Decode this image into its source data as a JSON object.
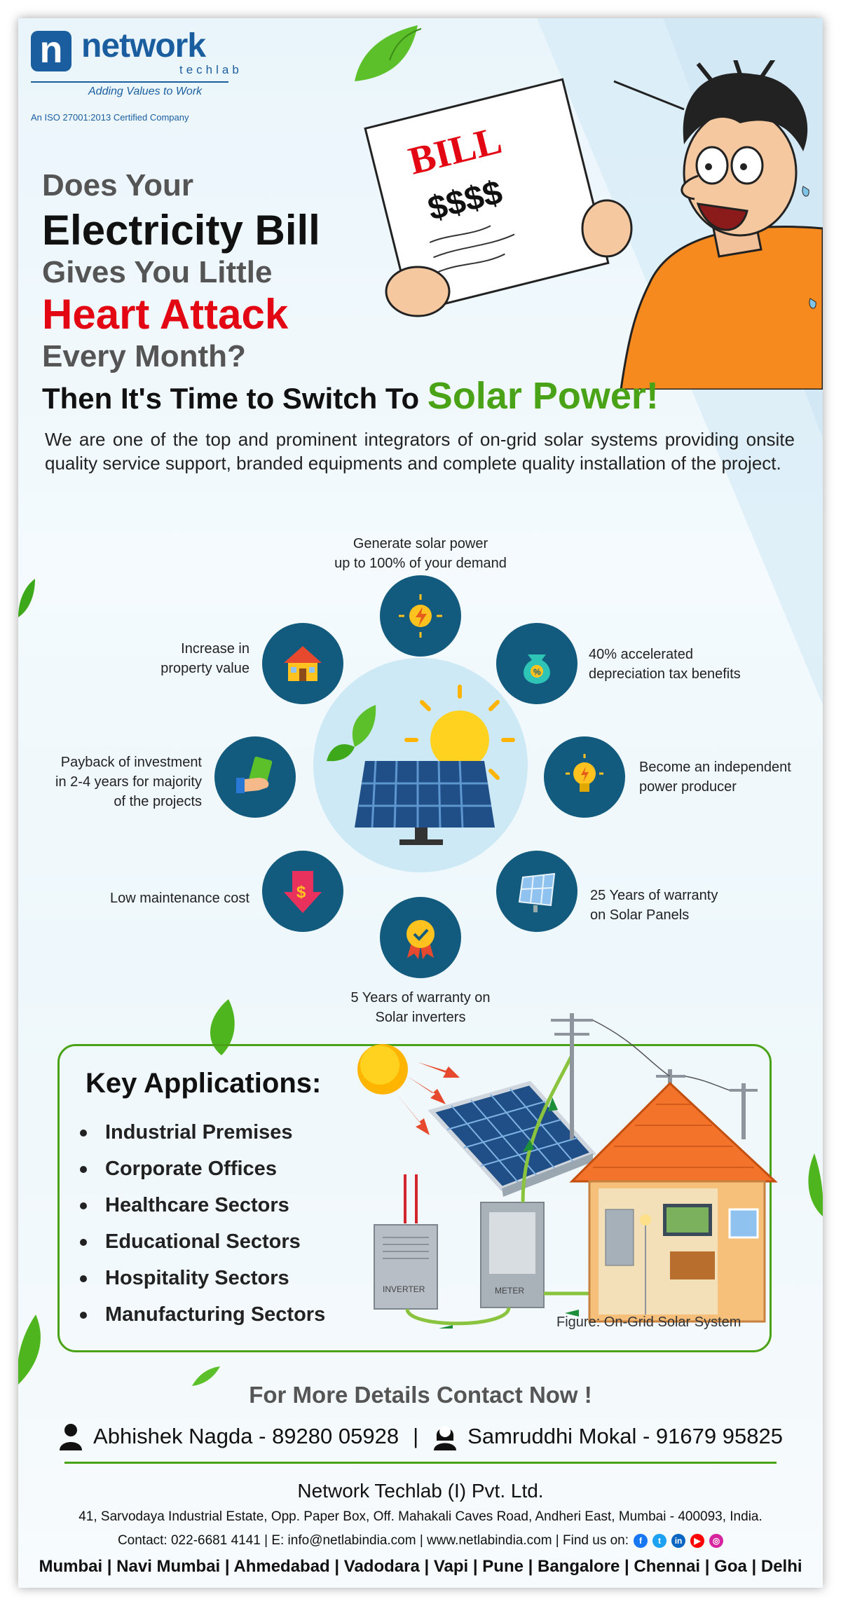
{
  "logo": {
    "letter": "n",
    "name": "network",
    "sub": "techlab",
    "tagline": "Adding Values to Work",
    "iso": "An ISO 27001:2013 Certified Company"
  },
  "bill": {
    "title": "BILL",
    "amount": "$$$$"
  },
  "headline": {
    "line1": "Does Your",
    "line2": "Electricity Bill",
    "line3": "Gives You Little",
    "line4": "Heart Attack",
    "line5": "Every Month?",
    "switch_text": "Then It's Time to Switch To",
    "switch_highlight": "Solar Power!"
  },
  "intro": "We are one of the top and prominent integrators of on-grid solar systems providing onsite quality service support, branded equipments and complete quality installation of the project.",
  "benefits": {
    "generate": "Generate solar power\nup to 100% of your demand",
    "depreciation": "40% accelerated\ndepreciation tax benefits",
    "independent": "Become an independent\npower producer",
    "panel_warranty": "25 Years of warranty\non Solar Panels",
    "inverter_warranty": "5 Years of warranty on\nSolar inverters",
    "maintenance": "Low maintenance cost",
    "payback": "Payback of investment\nin 2-4 years for majority\nof the projects",
    "property": "Increase in\nproperty value"
  },
  "applications": {
    "title": "Key Applications:",
    "items": [
      "Industrial Premises",
      "Corporate Offices",
      "Healthcare Sectors",
      "Educational Sectors",
      "Hospitality Sectors",
      "Manufacturing Sectors"
    ],
    "inverter_label": "INVERTER",
    "meter_label": "METER",
    "figure_caption": "Figure: On-Grid Solar System"
  },
  "contact": {
    "heading": "For More Details Contact Now !",
    "person1": "Abhishek Nagda - 89280 05928",
    "separator": "|",
    "person2": "Samruddhi Mokal - 91679 95825"
  },
  "footer": {
    "company": "Network Techlab (I) Pvt. Ltd.",
    "address": "41, Sarvodaya Industrial Estate, Opp. Paper Box, Off. Mahakali Caves Road, Andheri East, Mumbai - 400093, India.",
    "contact_line": "Contact: 022-6681 4141 | E: info@netlabindia.com | www.netlabindia.com | Find us on:",
    "social": [
      "facebook-icon",
      "twitter-icon",
      "linkedin-icon",
      "youtube-icon",
      "instagram-icon"
    ],
    "cities": "Mumbai | Navi Mumbai | Ahmedabad | Vadodara | Vapi | Pune | Bangalore | Chennai | Goa | Delhi"
  },
  "colors": {
    "brand_blue": "#1b5e9f",
    "accent_red": "#e30613",
    "accent_green": "#4aa317",
    "icon_circle": "#135b7e"
  }
}
